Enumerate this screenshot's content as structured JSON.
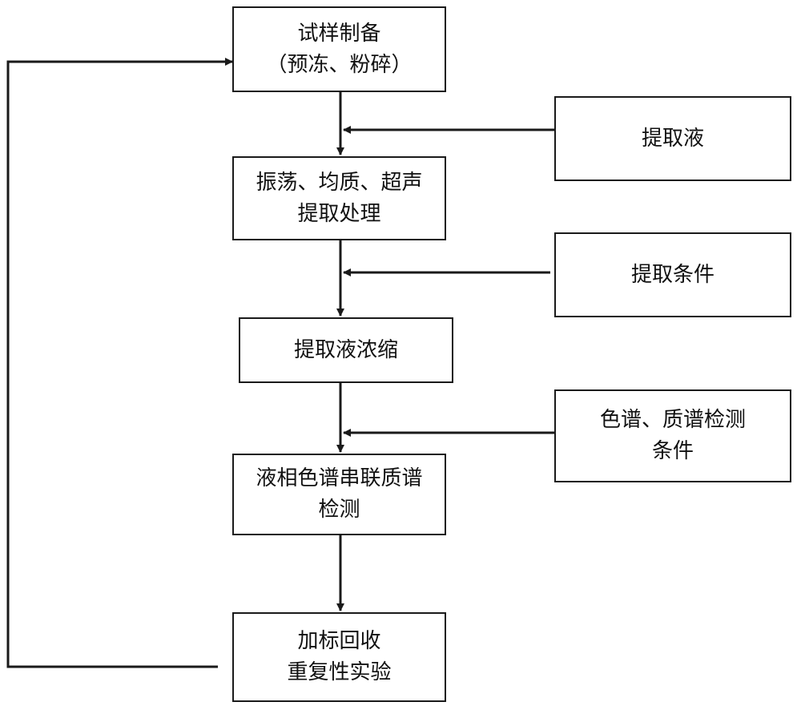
{
  "nodes": {
    "sample_prep": {
      "line1": "试样制备",
      "line2": "（预冻、粉碎）"
    },
    "extraction": {
      "line1": "振荡、均质、超声",
      "line2": "提取处理"
    },
    "concentration": {
      "line1": "提取液浓缩"
    },
    "lcms": {
      "line1": "液相色谱串联质谱",
      "line2": "检测"
    },
    "recovery": {
      "line1": "加标回收",
      "line2": "重复性实验"
    },
    "extractant": {
      "line1": "提取液"
    },
    "extract_conditions": {
      "line1": "提取条件"
    },
    "ms_conditions": {
      "line1": "色谱、质谱检测",
      "line2": "条件"
    }
  },
  "colors": {
    "line": "#1a1a1a",
    "background": "#ffffff"
  }
}
